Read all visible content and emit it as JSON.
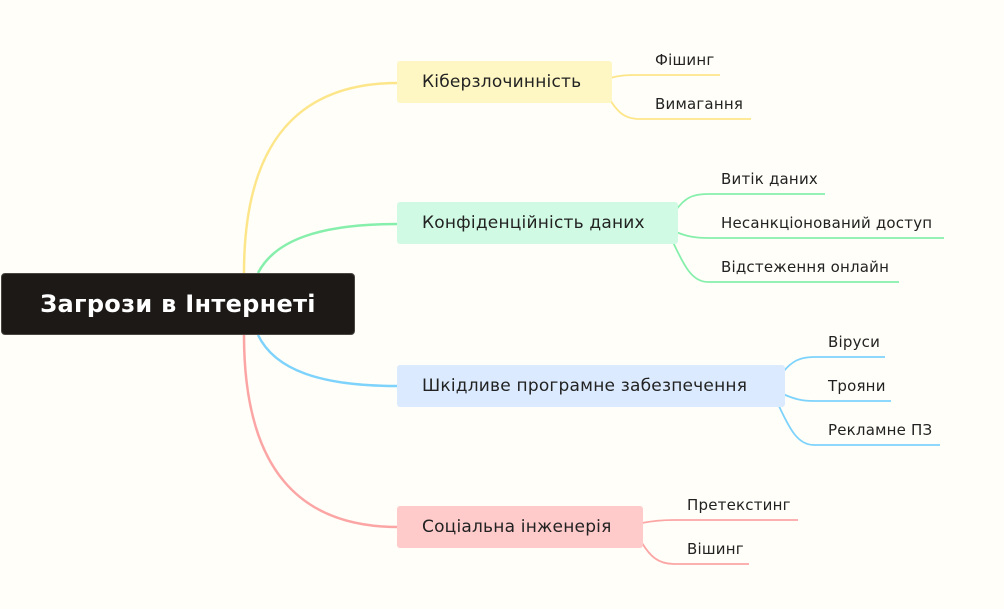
{
  "root": {
    "label": "Загрози в Інтернеті"
  },
  "branches": [
    {
      "label": "Кіберзлочинність",
      "color": "#fde68a",
      "fill": "#fef7c3",
      "children": [
        "Фішинг",
        "Вимагання"
      ]
    },
    {
      "label": "Конфіденційність даних",
      "color": "#86efac",
      "fill": "#d1fae5",
      "children": [
        "Витік даних",
        "Несанкціонований доступ",
        "Відстеження онлайн"
      ]
    },
    {
      "label": "Шкідливе програмне забезпечення",
      "color": "#7dd3fc",
      "fill": "#dbeafe",
      "children": [
        "Віруси",
        "Трояни",
        "Рекламне ПЗ"
      ]
    },
    {
      "label": "Соціальна інженерія",
      "color": "#fca5a5",
      "fill": "#fecaca",
      "children": [
        "Претекстинг",
        "Вішинг"
      ]
    }
  ]
}
